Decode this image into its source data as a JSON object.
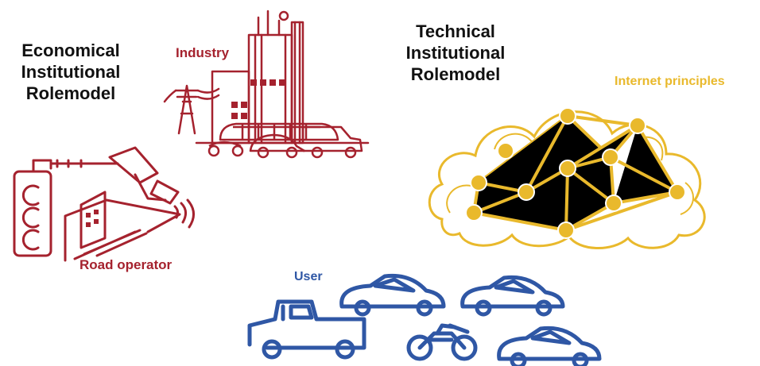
{
  "headings": {
    "economical": [
      "Economical",
      "Institutional",
      "Rolemodel"
    ],
    "technical": [
      "Technical",
      "Institutional",
      "Rolemodel"
    ]
  },
  "labels": {
    "industry": "Industry",
    "road_operator": "Road operator",
    "internet_principles": "Internet principles",
    "user": "User"
  },
  "icons": {
    "industry": "factory-skyline-icon",
    "road_operator": "traffic-light-camera-icon",
    "internet": "cloud-network-icon",
    "user": "vehicles-icon"
  },
  "colors": {
    "economical": "#a5222e",
    "technical": "#e9b92c",
    "user": "#2f57a5",
    "heading": "#111111"
  }
}
